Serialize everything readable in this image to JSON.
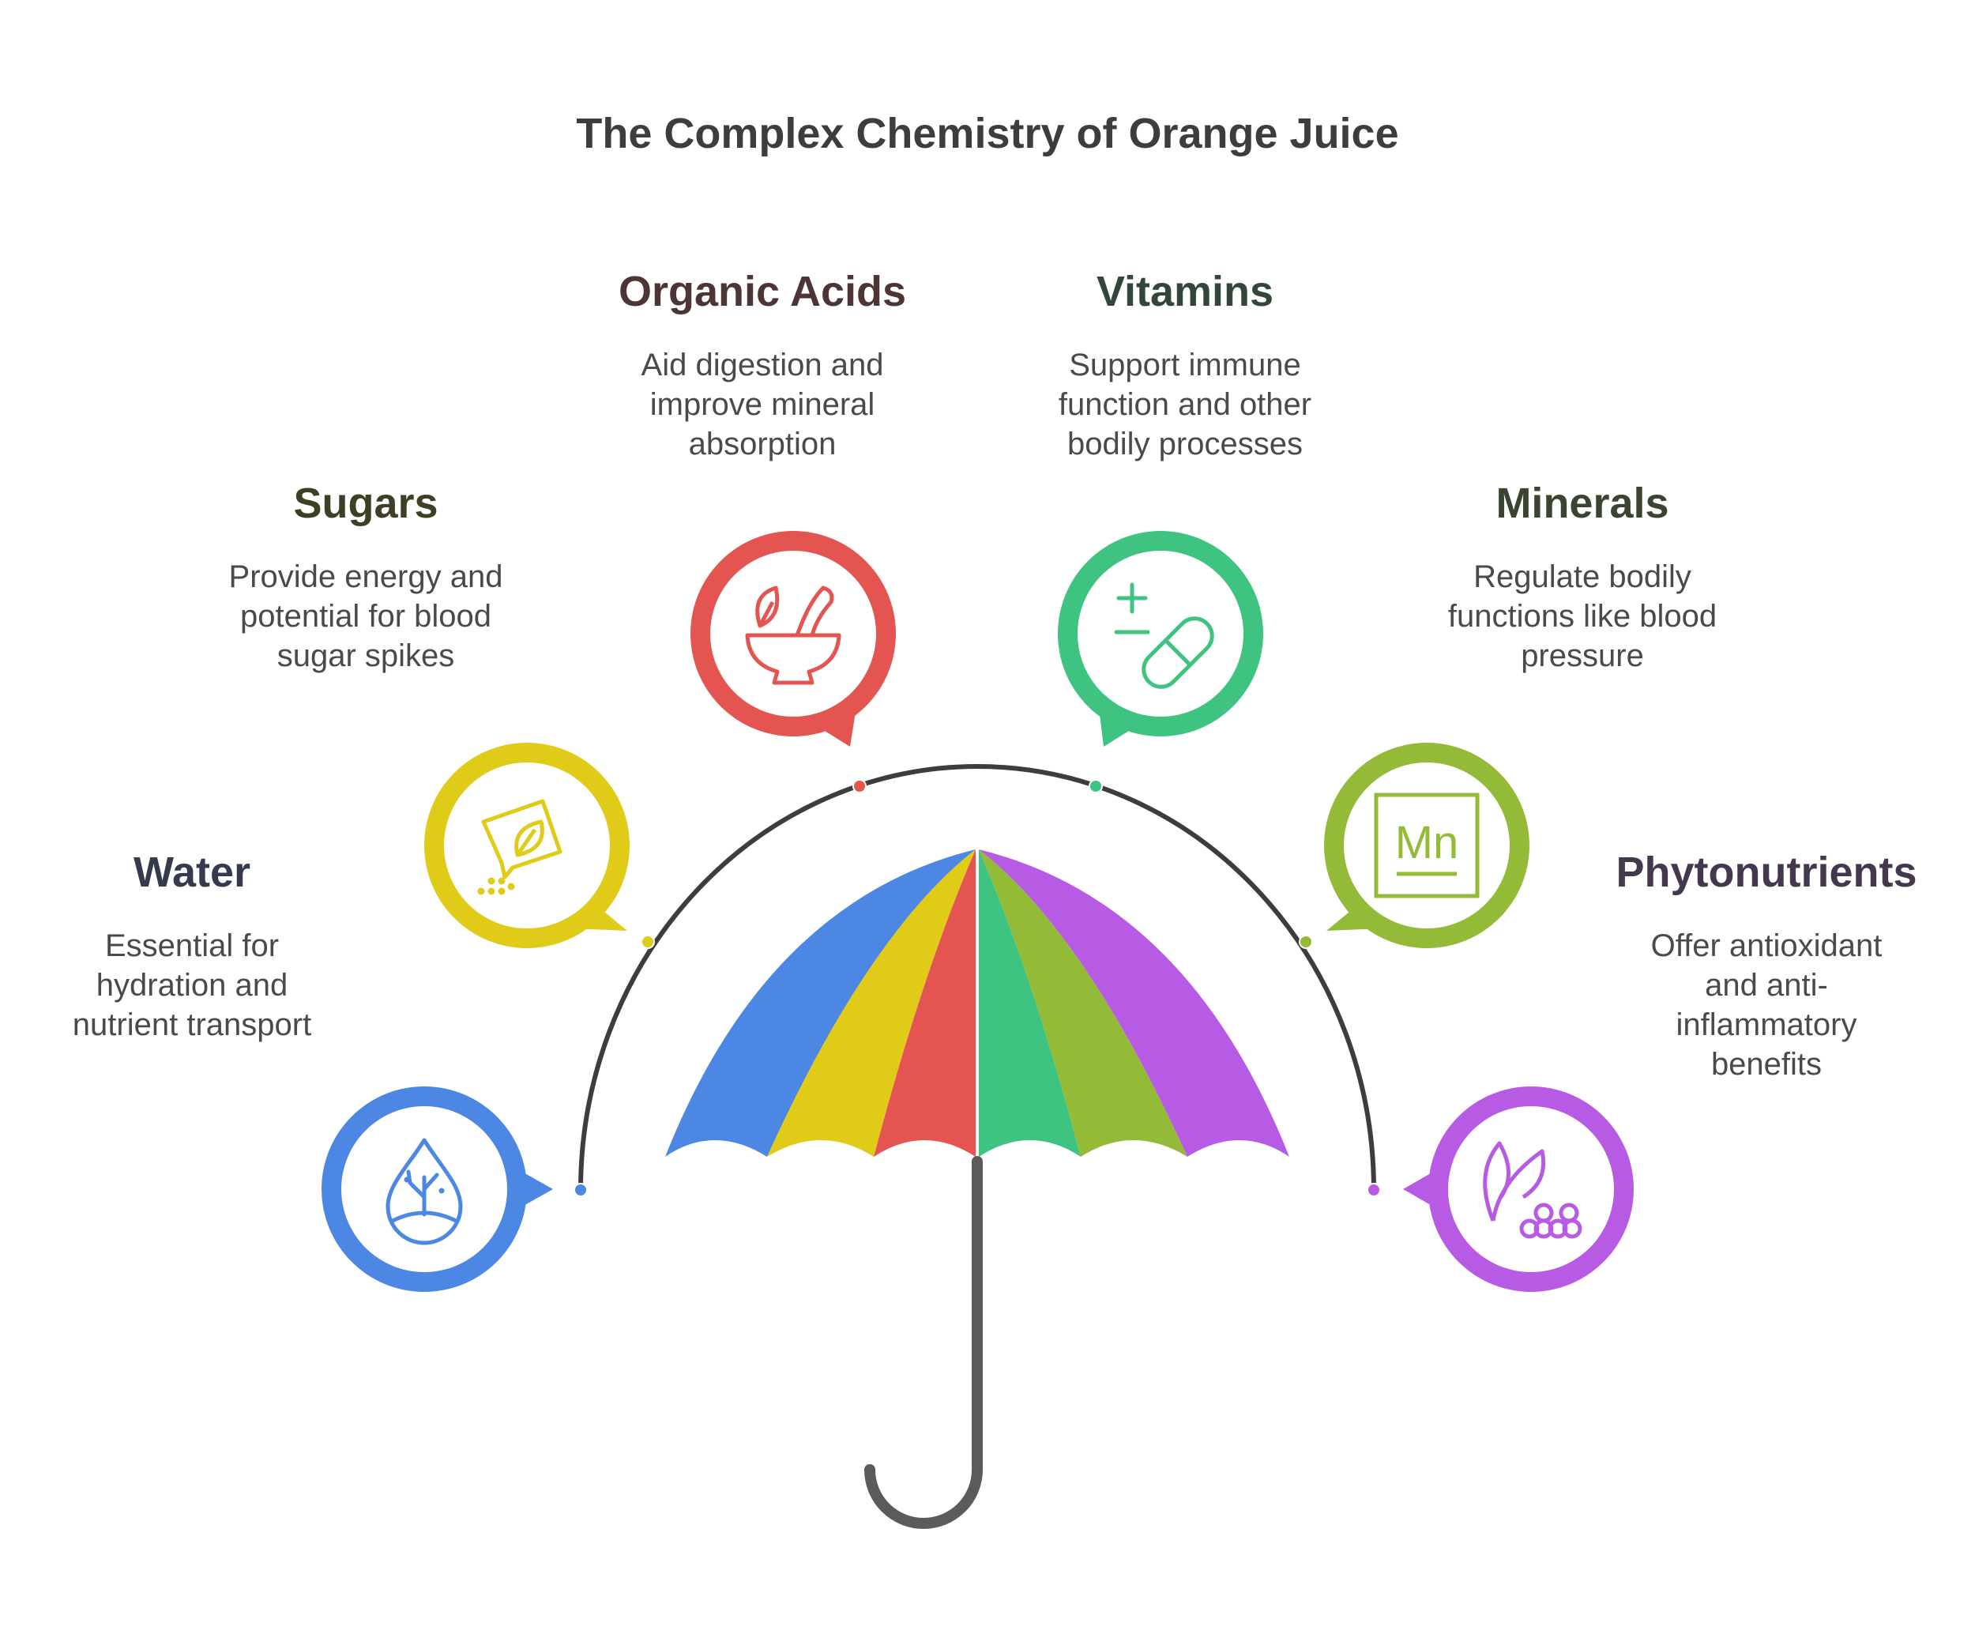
{
  "title": "The Complex Chemistry of Orange Juice",
  "items": [
    {
      "title": "Water",
      "description": "Essential for hydration and nutrient transport",
      "color": "#4c87e4",
      "title_color": "#353b4d",
      "icon": "water-drop-tree-icon"
    },
    {
      "title": "Sugars",
      "description": "Provide energy and potential for blood sugar spikes",
      "color": "#dfcb18",
      "title_color": "#3f3f25",
      "icon": "sugar-packet-icon"
    },
    {
      "title": "Organic Acids",
      "description": "Aid digestion and improve mineral absorption",
      "color": "#e45451",
      "title_color": "#4d3535",
      "icon": "mortar-pestle-leaf-icon"
    },
    {
      "title": "Vitamins",
      "description": "Support immune function and other bodily processes",
      "color": "#3ec480",
      "title_color": "#33463a",
      "icon": "plus-minus-pill-icon"
    },
    {
      "title": "Minerals",
      "description": "Regulate bodily functions like blood pressure",
      "color": "#93bb37",
      "title_color": "#3b4430",
      "icon": "mn-element-icon"
    },
    {
      "title": "Phytonutrients",
      "description": "Offer antioxidant and anti-inflammatory benefits",
      "color": "#b85be4",
      "title_color": "#45384e",
      "icon": "leaf-berries-icon"
    }
  ]
}
